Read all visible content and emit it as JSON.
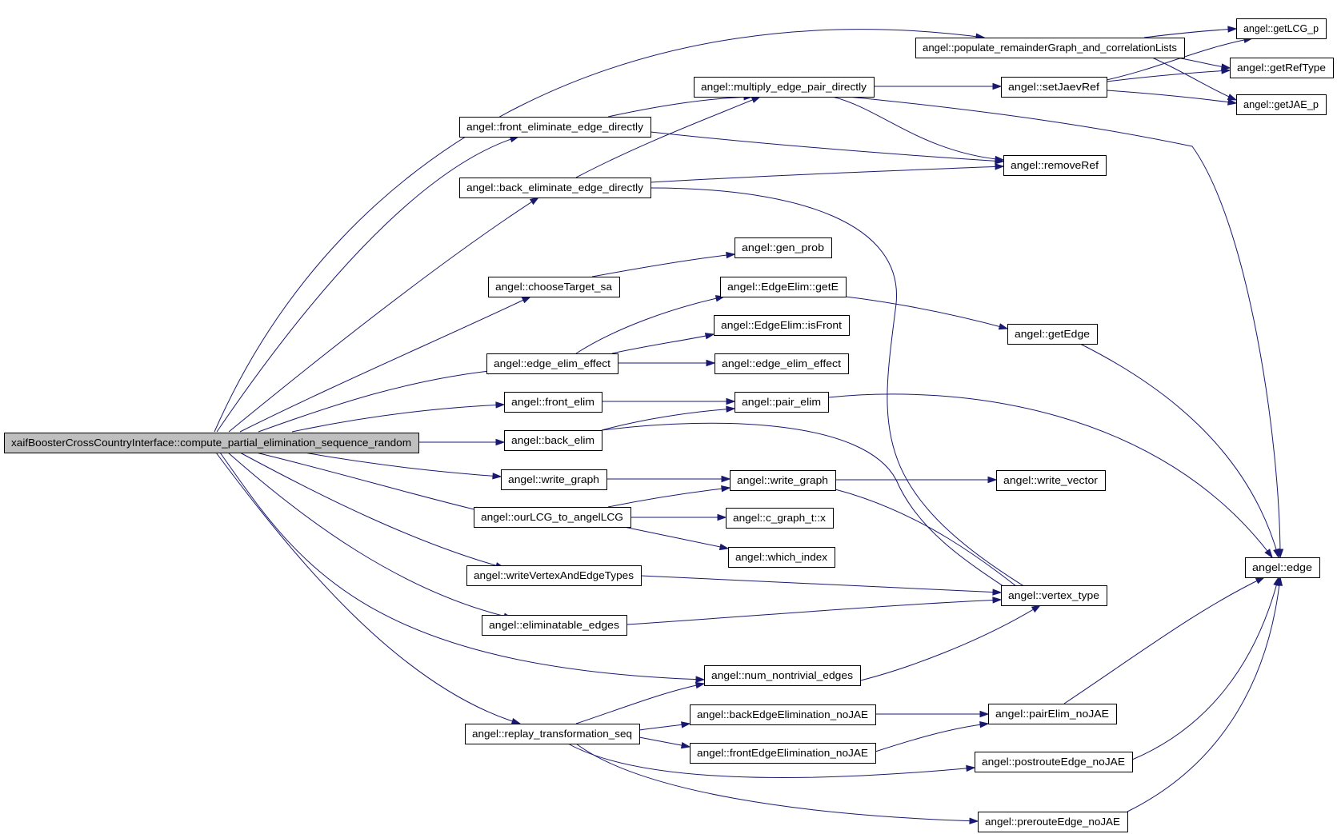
{
  "graph": {
    "nodes": [
      {
        "id": "root",
        "label": "xaifBoosterCrossCountryInterface::compute_partial_elimination_sequence_random",
        "highlight": true
      },
      {
        "id": "populate",
        "label": "angel::populate_remainderGraph_and_correlationLists"
      },
      {
        "id": "getLCG",
        "label": "angel::getLCG_p"
      },
      {
        "id": "getRefType",
        "label": "angel::getRefType"
      },
      {
        "id": "getJAE",
        "label": "angel::getJAE_p"
      },
      {
        "id": "multiply",
        "label": "angel::multiply_edge_pair_directly"
      },
      {
        "id": "setJaev",
        "label": "angel::setJaevRef"
      },
      {
        "id": "frontElimDir",
        "label": "angel::front_eliminate_edge_directly"
      },
      {
        "id": "removeRef",
        "label": "angel::removeRef"
      },
      {
        "id": "backElimDir",
        "label": "angel::back_eliminate_edge_directly"
      },
      {
        "id": "genProb",
        "label": "angel::gen_prob"
      },
      {
        "id": "chooseTarget",
        "label": "angel::chooseTarget_sa"
      },
      {
        "id": "getE",
        "label": "angel::EdgeElim::getE"
      },
      {
        "id": "getEdge",
        "label": "angel::getEdge"
      },
      {
        "id": "isFront",
        "label": "angel::EdgeElim::isFront"
      },
      {
        "id": "edgeElimEffect1",
        "label": "angel::edge_elim_effect"
      },
      {
        "id": "edgeElimEffect2",
        "label": "angel::edge_elim_effect"
      },
      {
        "id": "frontElim",
        "label": "angel::front_elim"
      },
      {
        "id": "pairElim",
        "label": "angel::pair_elim"
      },
      {
        "id": "backElim",
        "label": "angel::back_elim"
      },
      {
        "id": "writeGraph1",
        "label": "angel::write_graph"
      },
      {
        "id": "writeGraph2",
        "label": "angel::write_graph"
      },
      {
        "id": "writeVector",
        "label": "angel::write_vector"
      },
      {
        "id": "ourLCG",
        "label": "angel::ourLCG_to_angelLCG"
      },
      {
        "id": "cGraphX",
        "label": "angel::c_graph_t::x"
      },
      {
        "id": "whichIndex",
        "label": "angel::which_index"
      },
      {
        "id": "edge",
        "label": "angel::edge"
      },
      {
        "id": "writeVE",
        "label": "angel::writeVertexAndEdgeTypes"
      },
      {
        "id": "vertexType",
        "label": "angel::vertex_type"
      },
      {
        "id": "eliminatable",
        "label": "angel::eliminatable_edges"
      },
      {
        "id": "numNontrivial",
        "label": "angel::num_nontrivial_edges"
      },
      {
        "id": "backEdgeNoJAE",
        "label": "angel::backEdgeElimination_noJAE"
      },
      {
        "id": "pairElimNoJAE",
        "label": "angel::pairElim_noJAE"
      },
      {
        "id": "replay",
        "label": "angel::replay_transformation_seq"
      },
      {
        "id": "frontEdgeNoJAE",
        "label": "angel::frontEdgeElimination_noJAE"
      },
      {
        "id": "postroute",
        "label": "angel::postrouteEdge_noJAE"
      },
      {
        "id": "preroute",
        "label": "angel::prerouteEdge_noJAE"
      }
    ],
    "edges": [
      [
        "root",
        "populate"
      ],
      [
        "root",
        "frontElimDir"
      ],
      [
        "root",
        "backElimDir"
      ],
      [
        "root",
        "chooseTarget"
      ],
      [
        "root",
        "edgeElimEffect1"
      ],
      [
        "root",
        "frontElim"
      ],
      [
        "root",
        "backElim"
      ],
      [
        "root",
        "writeGraph1"
      ],
      [
        "root",
        "ourLCG"
      ],
      [
        "root",
        "writeVE"
      ],
      [
        "root",
        "eliminatable"
      ],
      [
        "root",
        "numNontrivial"
      ],
      [
        "root",
        "replay"
      ],
      [
        "populate",
        "getLCG"
      ],
      [
        "populate",
        "getRefType"
      ],
      [
        "populate",
        "getJAE"
      ],
      [
        "setJaev",
        "getLCG"
      ],
      [
        "setJaev",
        "getRefType"
      ],
      [
        "setJaev",
        "getJAE"
      ],
      [
        "multiply",
        "setJaev"
      ],
      [
        "multiply",
        "removeRef"
      ],
      [
        "multiply",
        "edge"
      ],
      [
        "frontElimDir",
        "multiply"
      ],
      [
        "frontElimDir",
        "removeRef"
      ],
      [
        "backElimDir",
        "multiply"
      ],
      [
        "backElimDir",
        "removeRef"
      ],
      [
        "backElimDir",
        "vertexType"
      ],
      [
        "chooseTarget",
        "genProb"
      ],
      [
        "edgeElimEffect1",
        "getE"
      ],
      [
        "edgeElimEffect1",
        "isFront"
      ],
      [
        "edgeElimEffect1",
        "edgeElimEffect2"
      ],
      [
        "getE",
        "getEdge"
      ],
      [
        "getEdge",
        "edge"
      ],
      [
        "frontElim",
        "pairElim"
      ],
      [
        "backElim",
        "pairElim"
      ],
      [
        "backElim",
        "vertexType"
      ],
      [
        "pairElim",
        "edge"
      ],
      [
        "writeGraph1",
        "writeGraph2"
      ],
      [
        "writeGraph2",
        "writeVector"
      ],
      [
        "writeGraph2",
        "vertexType"
      ],
      [
        "ourLCG",
        "writeGraph2"
      ],
      [
        "ourLCG",
        "cGraphX"
      ],
      [
        "ourLCG",
        "whichIndex"
      ],
      [
        "writeVE",
        "vertexType"
      ],
      [
        "eliminatable",
        "vertexType"
      ],
      [
        "replay",
        "numNontrivial"
      ],
      [
        "replay",
        "backEdgeNoJAE"
      ],
      [
        "replay",
        "frontEdgeNoJAE"
      ],
      [
        "replay",
        "postroute"
      ],
      [
        "replay",
        "preroute"
      ],
      [
        "numNontrivial",
        "vertexType"
      ],
      [
        "backEdgeNoJAE",
        "pairElimNoJAE"
      ],
      [
        "frontEdgeNoJAE",
        "pairElimNoJAE"
      ],
      [
        "pairElimNoJAE",
        "edge"
      ],
      [
        "postroute",
        "edge"
      ],
      [
        "preroute",
        "edge"
      ]
    ]
  }
}
